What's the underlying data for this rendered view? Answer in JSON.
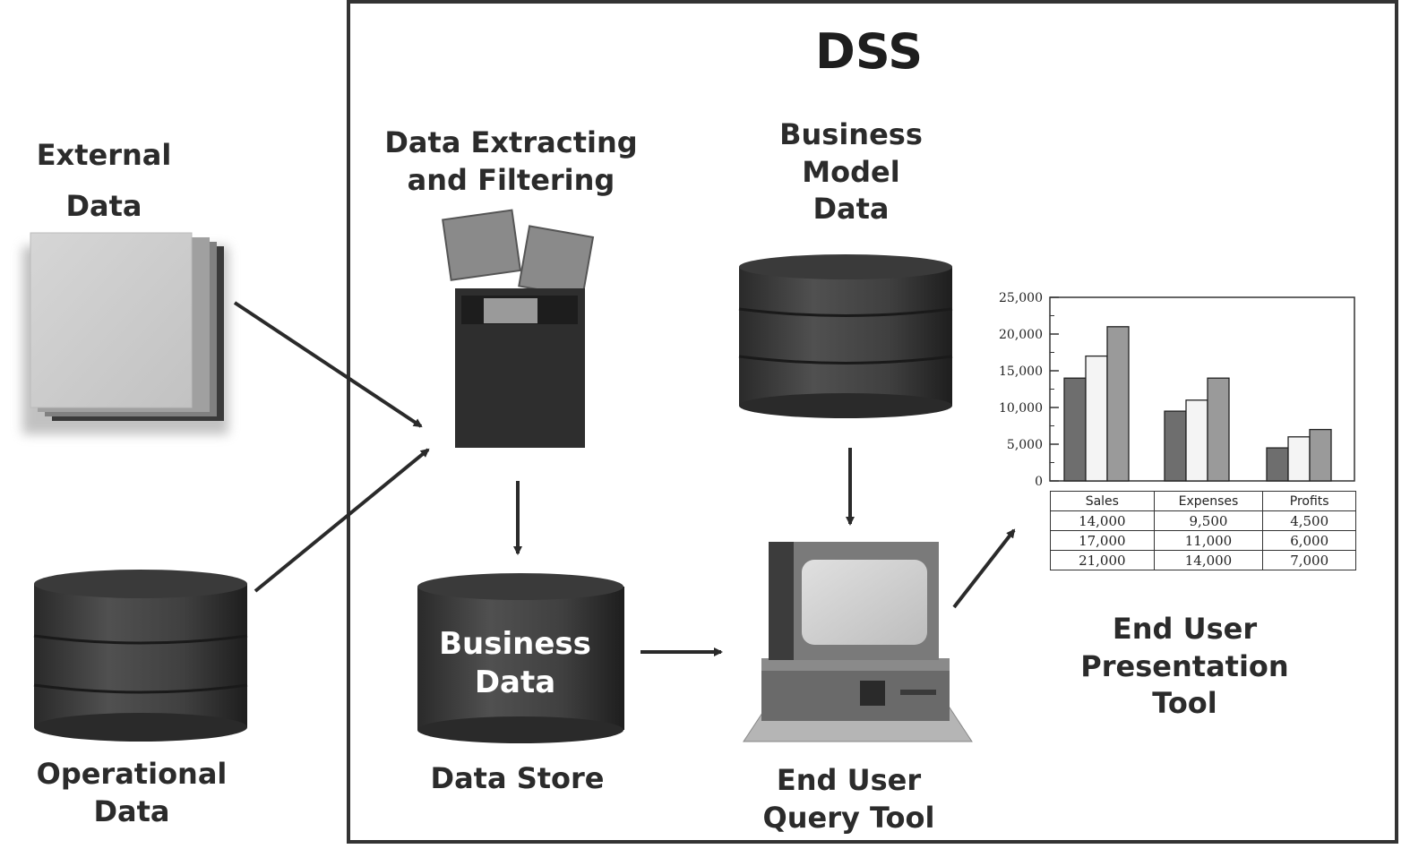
{
  "title": "DSS",
  "labels": {
    "external_data": [
      "External",
      "Data"
    ],
    "operational_data": [
      "Operational",
      "Data"
    ],
    "extracting": [
      "Data Extracting",
      "and Filtering"
    ],
    "business_model": [
      "Business",
      "Model",
      "Data"
    ],
    "business_data": [
      "Business",
      "Data"
    ],
    "data_store": "Data Store",
    "query_tool": [
      "End User",
      "Query Tool"
    ],
    "presentation_tool": [
      "End User",
      "Presentation",
      "Tool"
    ]
  },
  "chart_data": {
    "type": "bar",
    "categories": [
      "Sales",
      "Expenses",
      "Profits"
    ],
    "series": [
      {
        "values": [
          14000,
          9500,
          4500
        ],
        "color": "#6e6e6e"
      },
      {
        "values": [
          17000,
          11000,
          6000
        ],
        "color": "#f4f4f4"
      },
      {
        "values": [
          21000,
          14000,
          7000
        ],
        "color": "#9a9a9a"
      }
    ],
    "ylim": [
      0,
      25000
    ],
    "yticks": [
      "0",
      "5,000",
      "10,000",
      "15,000",
      "20,000",
      "25,000"
    ],
    "table": {
      "headers": [
        "Sales",
        "Expenses",
        "Profits"
      ],
      "rows": [
        [
          "14,000",
          "9,500",
          "4,500"
        ],
        [
          "17,000",
          "11,000",
          "6,000"
        ],
        [
          "21,000",
          "14,000",
          "7,000"
        ]
      ]
    }
  }
}
